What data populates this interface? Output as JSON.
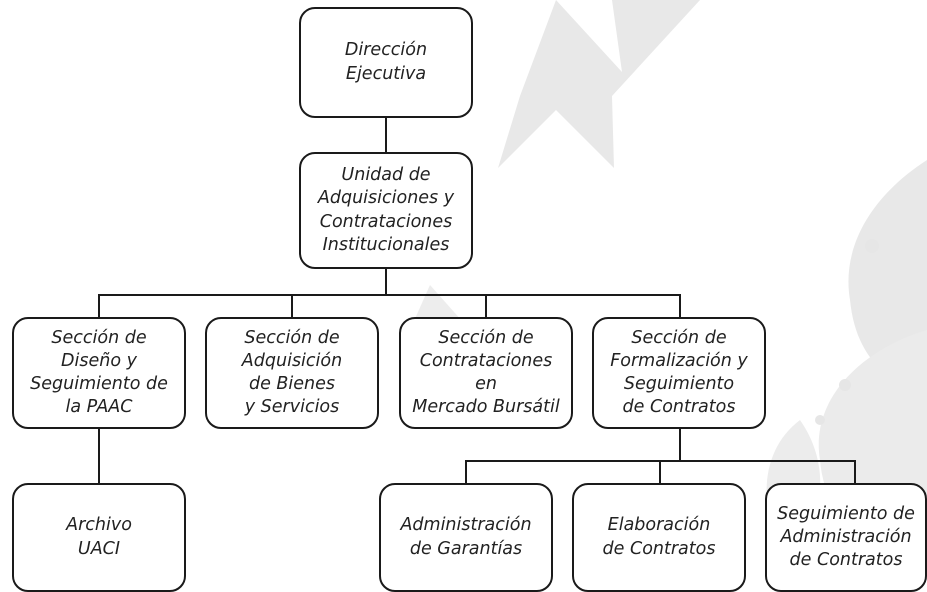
{
  "org_chart": {
    "direccion": "Dirección\nEjecutiva",
    "unidad": "Unidad de\nAdquisiciones y\nContrataciones\nInstitucionales",
    "seccion_diseno": "Sección de\nDiseño y\nSeguimiento de\nla PAAC",
    "seccion_adquisicion": "Sección de\nAdquisición\nde Bienes\ny Servicios",
    "seccion_mercado": "Sección de\nContrataciones en\nMercado Bursátil",
    "seccion_formalizacion": "Sección de\nFormalización y\nSeguimiento\nde Contratos",
    "archivo": "Archivo\nUACI",
    "administracion_garantias": "Administración\nde Garantías",
    "elaboracion_contratos": "Elaboración\nde Contratos",
    "seguimiento_administracion": "Seguimiento de\nAdministración\nde Contratos"
  },
  "colors": {
    "box_border": "#1a1a1a",
    "connector": "#1a1a1a",
    "watermark": "#e8e8e8",
    "text": "#222222"
  },
  "watermark": "star-and-leaves-watermark"
}
